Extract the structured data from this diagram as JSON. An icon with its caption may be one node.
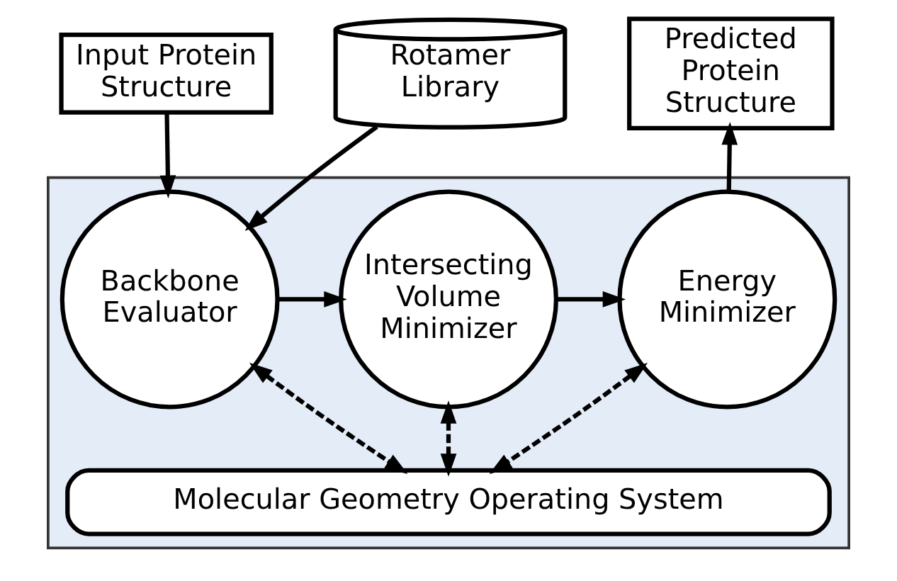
{
  "diagram": {
    "nodes": [
      {
        "text": [
          "Input Protein Structure"
        ]
      },
      {
        "text": [
          "Rotamer Library"
        ]
      },
      {
        "text": [
          "Predicted Protein Structure"
        ]
      },
      {
        "text": [],
        "shape": "box"
      },
      {
        "text": [
          "Backbone Evaluator"
        ],
        "in": 3
      },
      {
        "text": [
          "Intersecting Volume Minimizer"
        ],
        "in": 3
      },
      {
        "text": [
          "Energy Minimizer"
        ],
        "in": 3
      },
      {
        "text": [
          "Molecular Geometry Operating System"
        ],
        "in": 3
      }
    ],
    "edges": [
      {
        "from": 0,
        "to": 4,
        "arrow": "to"
      },
      {
        "from": 1,
        "to": 4,
        "arrow": "to"
      },
      {
        "from": 4,
        "to": 5,
        "arrow": "to"
      },
      {
        "from": 5,
        "to": 6,
        "arrow": "to"
      },
      {
        "from": 6,
        "to": 2,
        "arrow": "to"
      },
      {
        "from": 4,
        "to": 7,
        "arrow": "both",
        "style": "dashed"
      },
      {
        "from": 5,
        "to": 7,
        "arrow": "both",
        "style": "dashed"
      },
      {
        "from": 6,
        "to": 7,
        "arrow": "both",
        "style": "dashed"
      }
    ]
  }
}
